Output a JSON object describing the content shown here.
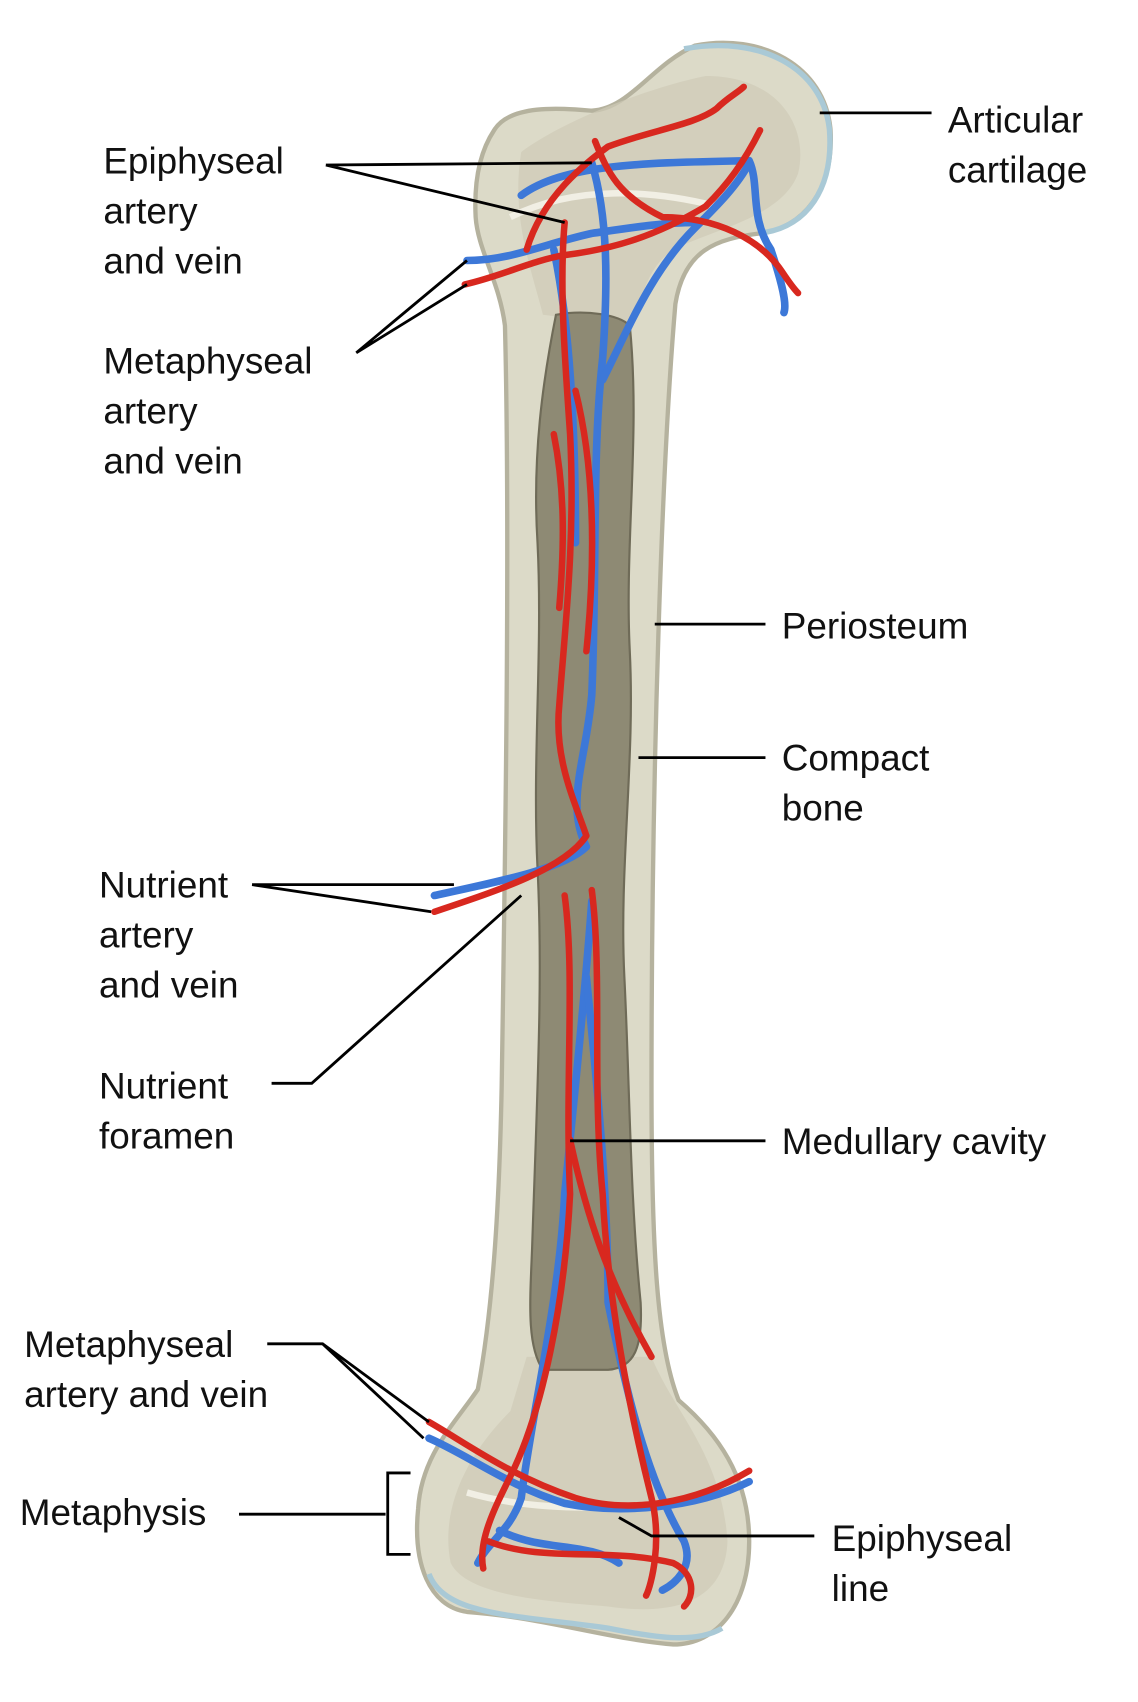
{
  "labels": {
    "epiphyseal_av": [
      "Epiphyseal",
      "artery",
      "and vein"
    ],
    "metaphyseal_av_top": [
      "Metaphyseal",
      "artery",
      "and vein"
    ],
    "articular_cartilage": [
      "Articular",
      "cartilage"
    ],
    "periosteum": [
      "Periosteum"
    ],
    "compact_bone": [
      "Compact",
      "bone"
    ],
    "nutrient_av": [
      "Nutrient",
      "artery",
      "and vein"
    ],
    "nutrient_foramen": [
      "Nutrient",
      "foramen"
    ],
    "medullary_cavity": [
      "Medullary cavity"
    ],
    "metaphyseal_av_bottom": [
      "Metaphyseal",
      "artery and vein"
    ],
    "metaphysis": [
      "Metaphysis"
    ],
    "epiphyseal_line": [
      "Epiphyseal",
      "line"
    ]
  },
  "colors": {
    "artery": "#d8281f",
    "vein": "#3d78d8",
    "bone": "#dcdac8",
    "cavity": "#8e8a74",
    "cartilage": "#a9c9d6"
  }
}
